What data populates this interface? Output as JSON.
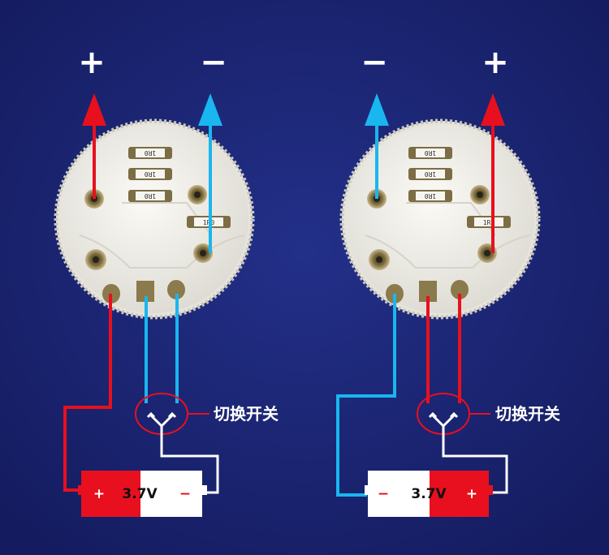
{
  "colors": {
    "background": "#1a2270",
    "positive_wire": "#e8101e",
    "negative_wire": "#19b6ef",
    "switch_wire": "#ffffff",
    "board": "#f2f1ec",
    "battery_positive": "#e8101e",
    "battery_body": "#ffffff"
  },
  "left_diagram": {
    "top_label_left": "+",
    "top_label_right": "−",
    "resistor_codes": [
      "1R0",
      "1R0",
      "1R0",
      "1R0"
    ],
    "switch_label": "切换开关",
    "battery": {
      "left_terminal": "+",
      "voltage": "3.7V",
      "right_terminal": "−"
    }
  },
  "right_diagram": {
    "top_label_left": "−",
    "top_label_right": "+",
    "resistor_codes": [
      "1R0",
      "1R0",
      "1R0",
      "1R0"
    ],
    "switch_label": "切换开关",
    "battery": {
      "left_terminal": "−",
      "voltage": "3.7V",
      "right_terminal": "+"
    }
  }
}
